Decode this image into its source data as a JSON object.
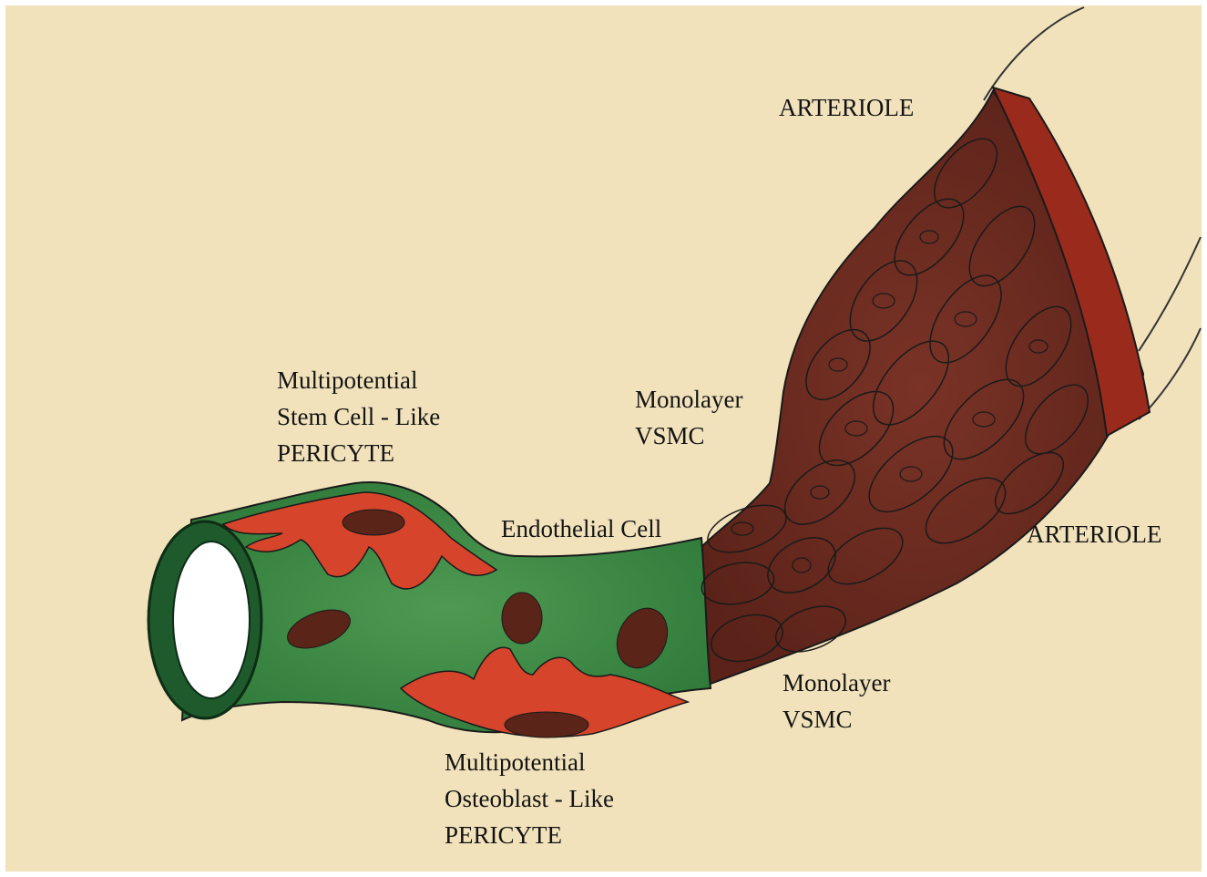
{
  "diagram": {
    "labels": {
      "arteriole_top": "ARTERIOLE",
      "arteriole_right": "ARTERIOLE",
      "stem_pericyte": [
        "Multipotential",
        "Stem Cell - Like",
        "PERICYTE"
      ],
      "vsmc_upper": [
        "Monolayer",
        "VSMC"
      ],
      "endothelial": "Endothelial Cell",
      "vsmc_lower": [
        "Monolayer",
        "VSMC"
      ],
      "osteoblast_pericyte": [
        "Multipotential",
        "Osteoblast - Like",
        "PERICYTE"
      ]
    },
    "colors": {
      "paper": "#f1e2bb",
      "endothelium_green": "#3f8a45",
      "pericyte_red": "#d6452b",
      "vsmc_brown": "#6b2a20",
      "arteriole_wall": "#9a2a1c",
      "ink": "#141414"
    }
  }
}
